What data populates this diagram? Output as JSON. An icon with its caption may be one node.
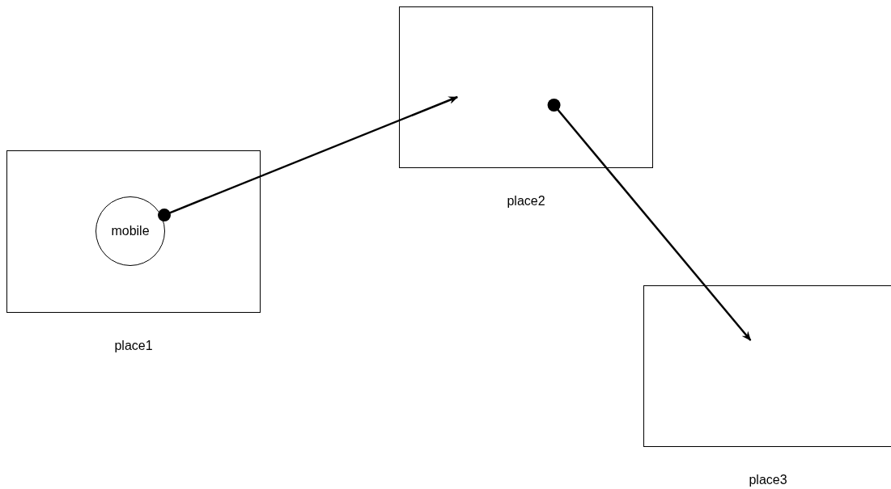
{
  "diagram": {
    "nodes": [
      {
        "text": [
          "place1"
        ]
      },
      {
        "text": [
          "mobile"
        ],
        "in": 0
      },
      {
        "text": [
          "place2"
        ]
      },
      {
        "text": [
          "place3"
        ]
      }
    ],
    "edges": [
      {
        "from": 1,
        "to": 2,
        "arrow": "to"
      },
      {
        "from": 2,
        "to": 3,
        "arrow": "to"
      }
    ]
  }
}
